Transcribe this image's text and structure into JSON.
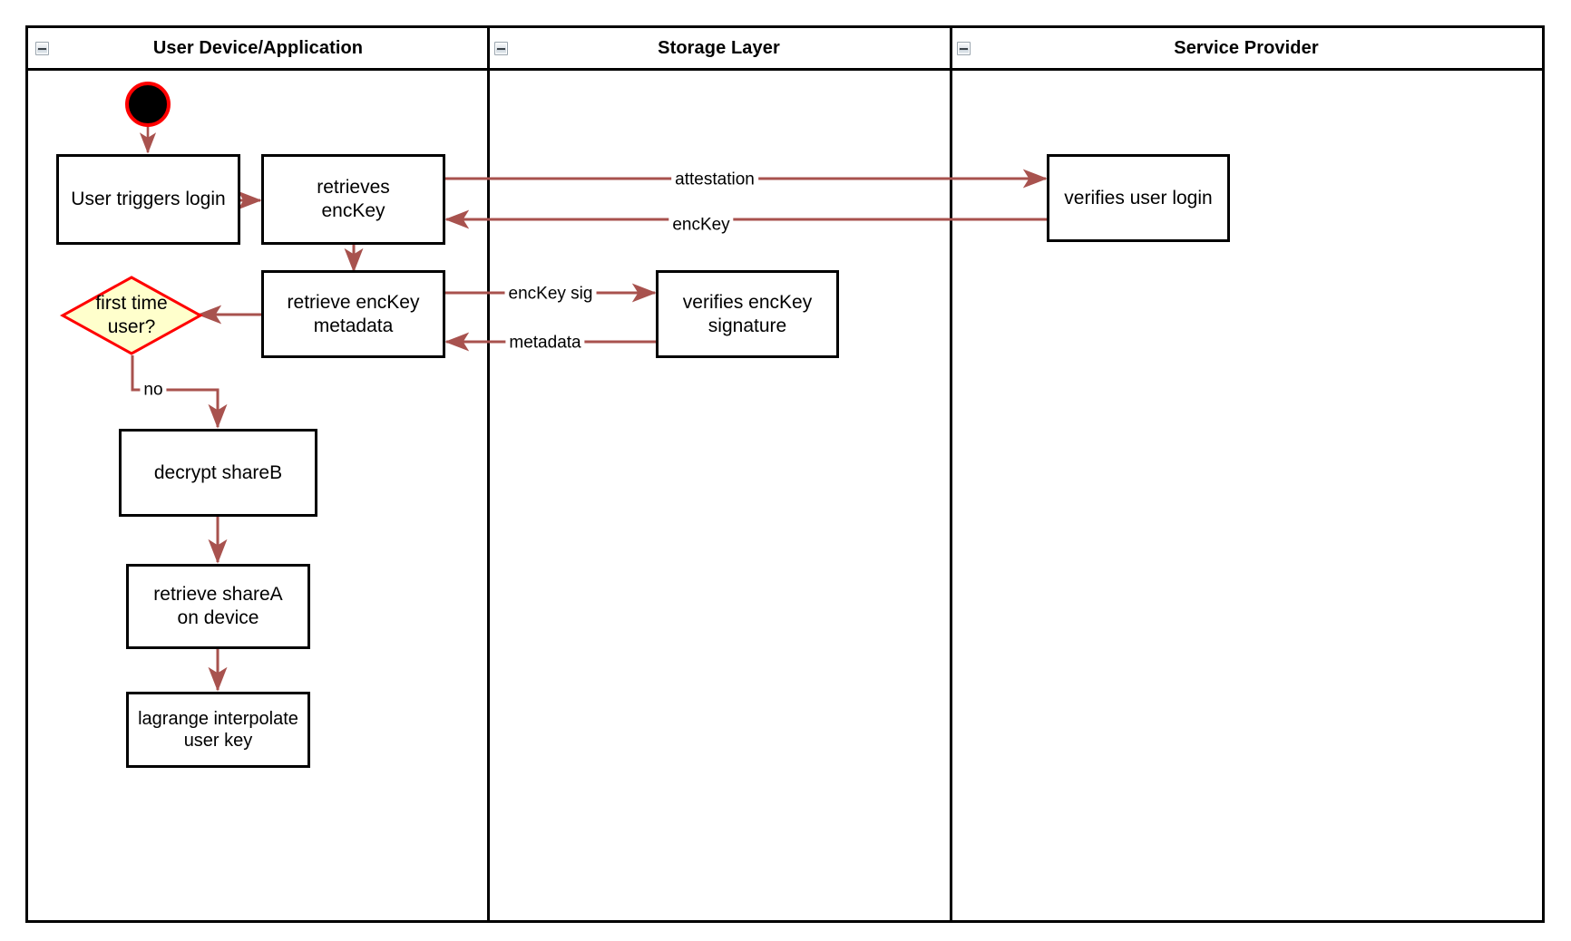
{
  "diagram": {
    "type": "swimlane-activity-diagram",
    "colors": {
      "edge": "#a8524e",
      "node_border": "#000000",
      "node_fill": "#ffffff",
      "decision_fill": "#ffffcc",
      "decision_border": "#ff0000",
      "start_fill": "#000000",
      "start_border": "#ff0000",
      "lane_border": "#000000",
      "background": "#ffffff"
    },
    "lanes": [
      {
        "id": "user-device",
        "title": "User Device/Application",
        "icon": "collapse-minus-icon"
      },
      {
        "id": "storage-layer",
        "title": "Storage Layer",
        "icon": "collapse-minus-icon"
      },
      {
        "id": "service-provider",
        "title": "Service Provider",
        "icon": "collapse-minus-icon"
      }
    ],
    "nodes": [
      {
        "id": "start",
        "lane": "user-device",
        "shape": "initial-node",
        "label": ""
      },
      {
        "id": "user-triggers-login",
        "lane": "user-device",
        "shape": "activity",
        "label": "User triggers login"
      },
      {
        "id": "retrieves-enckey",
        "lane": "user-device",
        "shape": "activity",
        "label": "retrieves\nencKey"
      },
      {
        "id": "retrieve-enckey-metadata",
        "lane": "user-device",
        "shape": "activity",
        "label": "retrieve encKey\nmetadata"
      },
      {
        "id": "first-time-user",
        "lane": "user-device",
        "shape": "decision",
        "label": "first time\nuser?"
      },
      {
        "id": "decrypt-shareb",
        "lane": "user-device",
        "shape": "activity",
        "label": "decrypt shareB"
      },
      {
        "id": "retrieve-sharea-on-device",
        "lane": "user-device",
        "shape": "activity",
        "label": "retrieve shareA\non device"
      },
      {
        "id": "lagrange-interpolate-user-key",
        "lane": "user-device",
        "shape": "activity",
        "label": "lagrange interpolate\nuser key"
      },
      {
        "id": "verifies-enckey-signature",
        "lane": "storage-layer",
        "shape": "activity",
        "label": "verifies encKey\nsignature"
      },
      {
        "id": "verifies-user-login",
        "lane": "service-provider",
        "shape": "activity",
        "label": "verifies user login"
      }
    ],
    "edges": [
      {
        "id": "e-start-login",
        "from": "start",
        "to": "user-triggers-login",
        "label": ""
      },
      {
        "id": "e-login-retrieves",
        "from": "user-triggers-login",
        "to": "retrieves-enckey",
        "label": ""
      },
      {
        "id": "e-attestation",
        "from": "retrieves-enckey",
        "to": "verifies-user-login",
        "label": "attestation"
      },
      {
        "id": "e-enckey",
        "from": "verifies-user-login",
        "to": "retrieves-enckey",
        "label": "encKey"
      },
      {
        "id": "e-retrieves-metadata",
        "from": "retrieves-enckey",
        "to": "retrieve-enckey-metadata",
        "label": ""
      },
      {
        "id": "e-enckey-sig",
        "from": "retrieve-enckey-metadata",
        "to": "verifies-enckey-signature",
        "label": "encKey sig"
      },
      {
        "id": "e-metadata",
        "from": "verifies-enckey-signature",
        "to": "retrieve-enckey-metadata",
        "label": "metadata"
      },
      {
        "id": "e-metadata-decision",
        "from": "retrieve-enckey-metadata",
        "to": "first-time-user",
        "label": ""
      },
      {
        "id": "e-no",
        "from": "first-time-user",
        "to": "decrypt-shareb",
        "label": "no"
      },
      {
        "id": "e-shareb-sharea",
        "from": "decrypt-shareb",
        "to": "retrieve-sharea-on-device",
        "label": ""
      },
      {
        "id": "e-sharea-lagrange",
        "from": "retrieve-sharea-on-device",
        "to": "lagrange-interpolate-user-key",
        "label": ""
      }
    ]
  }
}
